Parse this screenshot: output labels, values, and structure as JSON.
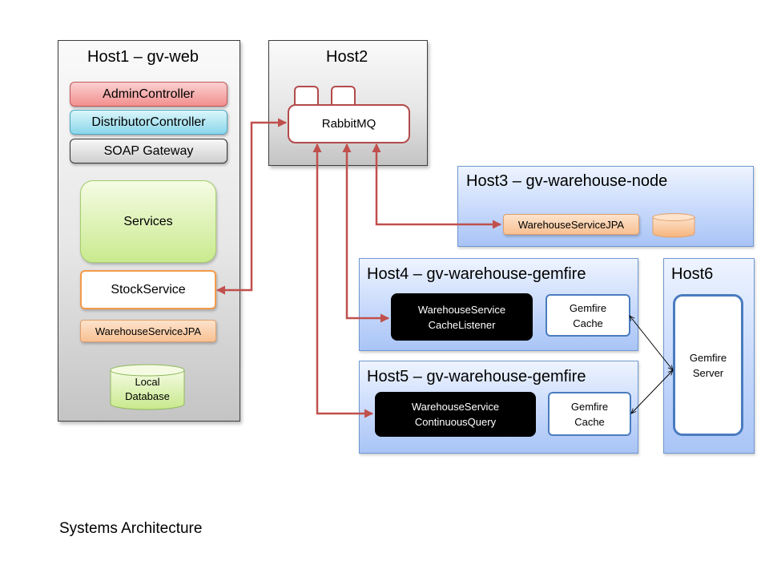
{
  "caption": "Systems Architecture",
  "host1": {
    "title": "Host1 – gv-web",
    "admin": "AdminController",
    "distributor": "DistributorController",
    "soap": "SOAP Gateway",
    "services": "Services",
    "stock": "StockService",
    "jpa": "WarehouseServiceJPA",
    "db_line1": "Local",
    "db_line2": "Database"
  },
  "host2": {
    "title": "Host2",
    "rabbit": "RabbitMQ"
  },
  "host3": {
    "title": "Host3 – gv-warehouse-node",
    "jpa": "WarehouseServiceJPA"
  },
  "host4": {
    "title": "Host4 – gv-warehouse-gemfire",
    "svc_line1": "WarehouseService",
    "svc_line2": "CacheListener",
    "cache_line1": "Gemfire",
    "cache_line2": "Cache"
  },
  "host5": {
    "title": "Host5 – gv-warehouse-gemfire",
    "svc_line1": "WarehouseService",
    "svc_line2": "ContinuousQuery",
    "cache_line1": "Gemfire",
    "cache_line2": "Cache"
  },
  "host6": {
    "title": "Host6",
    "server_line1": "Gemfire",
    "server_line2": "Server"
  },
  "colors": {
    "connector": "#c0504d",
    "gemfire_link": "#000000",
    "host_blue": "#c7d9fb",
    "host_gray": "#d9d9d9"
  }
}
